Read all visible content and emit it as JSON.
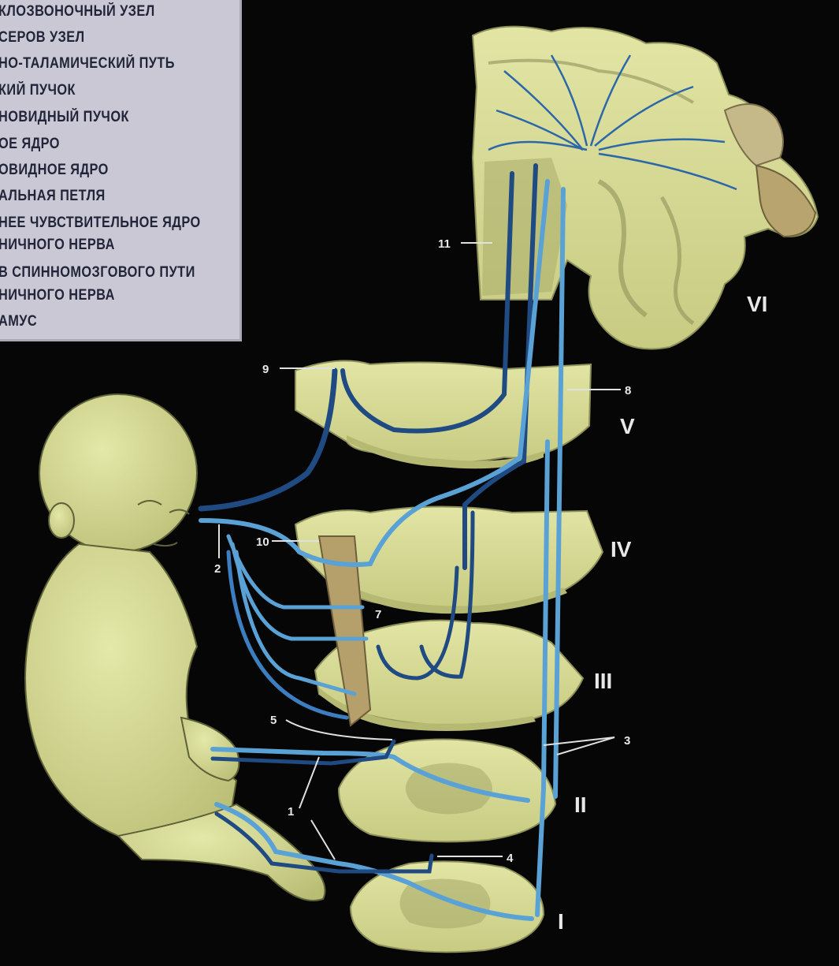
{
  "legend": {
    "items": [
      "КЛОЗВОНОЧНЫЙ УЗЕЛ",
      "СЕРОВ УЗЕЛ",
      "НО-ТАЛАМИЧЕСКИЙ ПУТЬ",
      "КИЙ ПУЧОК",
      "НОВИДНЫЙ ПУЧОК",
      "ОЕ ЯДРО",
      "ОВИДНОЕ ЯДРО",
      "АЛЬНАЯ ПЕТЛЯ",
      "НЕЕ ЧУВСТВИТЕЛЬНОЕ ЯДРО",
      "НИЧНОГО НЕРВА",
      "В СПИННОМОЗГОВОГО ПУТИ",
      "НИЧНОГО НЕРВА",
      "АМУС"
    ]
  },
  "markers": {
    "n1": "1",
    "n2": "2",
    "n3": "3",
    "n4": "4",
    "n5": "5",
    "n7": "7",
    "n8": "8",
    "n9": "9",
    "n10": "10",
    "n11": "11"
  },
  "levels": {
    "l1": "I",
    "l2": "II",
    "l3": "III",
    "l4": "IV",
    "l5": "V",
    "l6": "VI"
  },
  "colors": {
    "background": "#060606",
    "tissue": "#d8dc96",
    "tissue_shadow": "#8e925a",
    "fiber_light": "#5aa2d6",
    "fiber_dark": "#1f4a82",
    "legend_bg": "#c9c8d4"
  }
}
